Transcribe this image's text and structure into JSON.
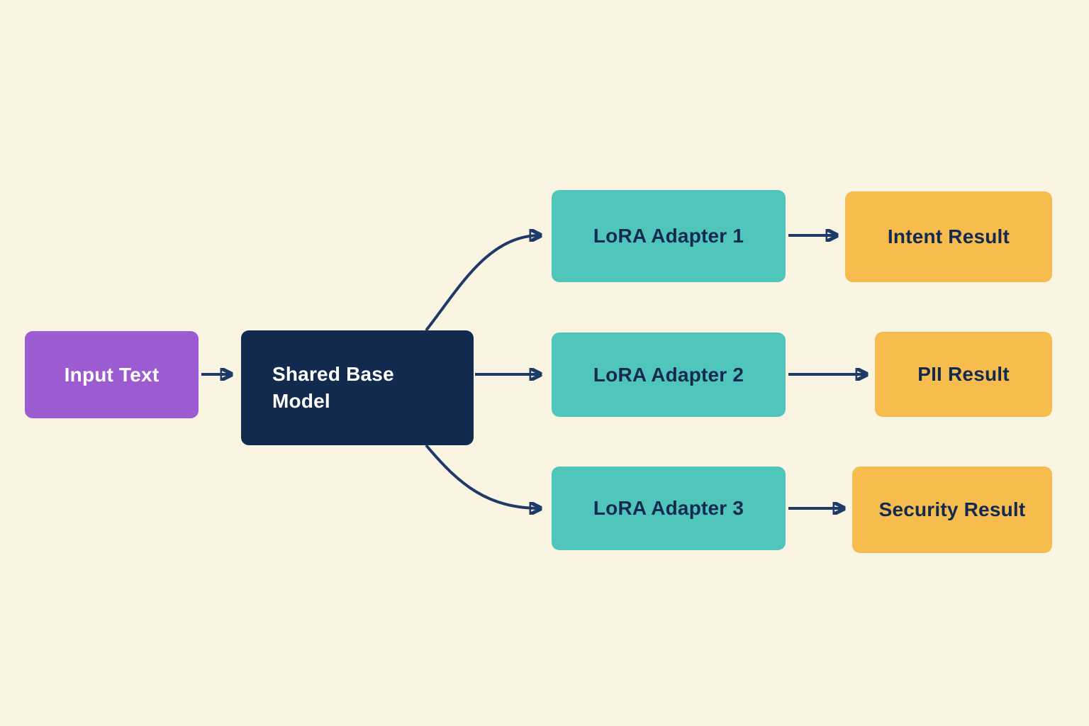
{
  "palette": {
    "background": "#FAF4E3",
    "purple": "#9D5BD2",
    "navy": "#132A4F",
    "teal": "#50C5BC",
    "yellow": "#F6BC4D",
    "arrow": "#1E3A68",
    "text_light": "#FFFFFF",
    "text_dark": "#132A4F"
  },
  "diagram": {
    "type": "flowchart",
    "nodes": [
      {
        "id": "input-text",
        "label": "Input Text",
        "color": "#9D5BD2"
      },
      {
        "id": "shared-base-model",
        "label": "Shared Base Model",
        "color": "#132A4F"
      },
      {
        "id": "lora-adapter-1",
        "label": "LoRA Adapter 1",
        "color": "#50C5BC"
      },
      {
        "id": "lora-adapter-2",
        "label": "LoRA Adapter 2",
        "color": "#50C5BC"
      },
      {
        "id": "lora-adapter-3",
        "label": "LoRA Adapter 3",
        "color": "#50C5BC"
      },
      {
        "id": "intent-result",
        "label": "Intent Result",
        "color": "#F6BC4D"
      },
      {
        "id": "pii-result",
        "label": "PII Result",
        "color": "#F6BC4D"
      },
      {
        "id": "security-result",
        "label": "Security Result",
        "color": "#F6BC4D"
      }
    ],
    "edges": [
      {
        "from": "input-text",
        "to": "shared-base-model"
      },
      {
        "from": "shared-base-model",
        "to": "lora-adapter-1"
      },
      {
        "from": "shared-base-model",
        "to": "lora-adapter-2"
      },
      {
        "from": "shared-base-model",
        "to": "lora-adapter-3"
      },
      {
        "from": "lora-adapter-1",
        "to": "intent-result"
      },
      {
        "from": "lora-adapter-2",
        "to": "pii-result"
      },
      {
        "from": "lora-adapter-3",
        "to": "security-result"
      }
    ]
  }
}
